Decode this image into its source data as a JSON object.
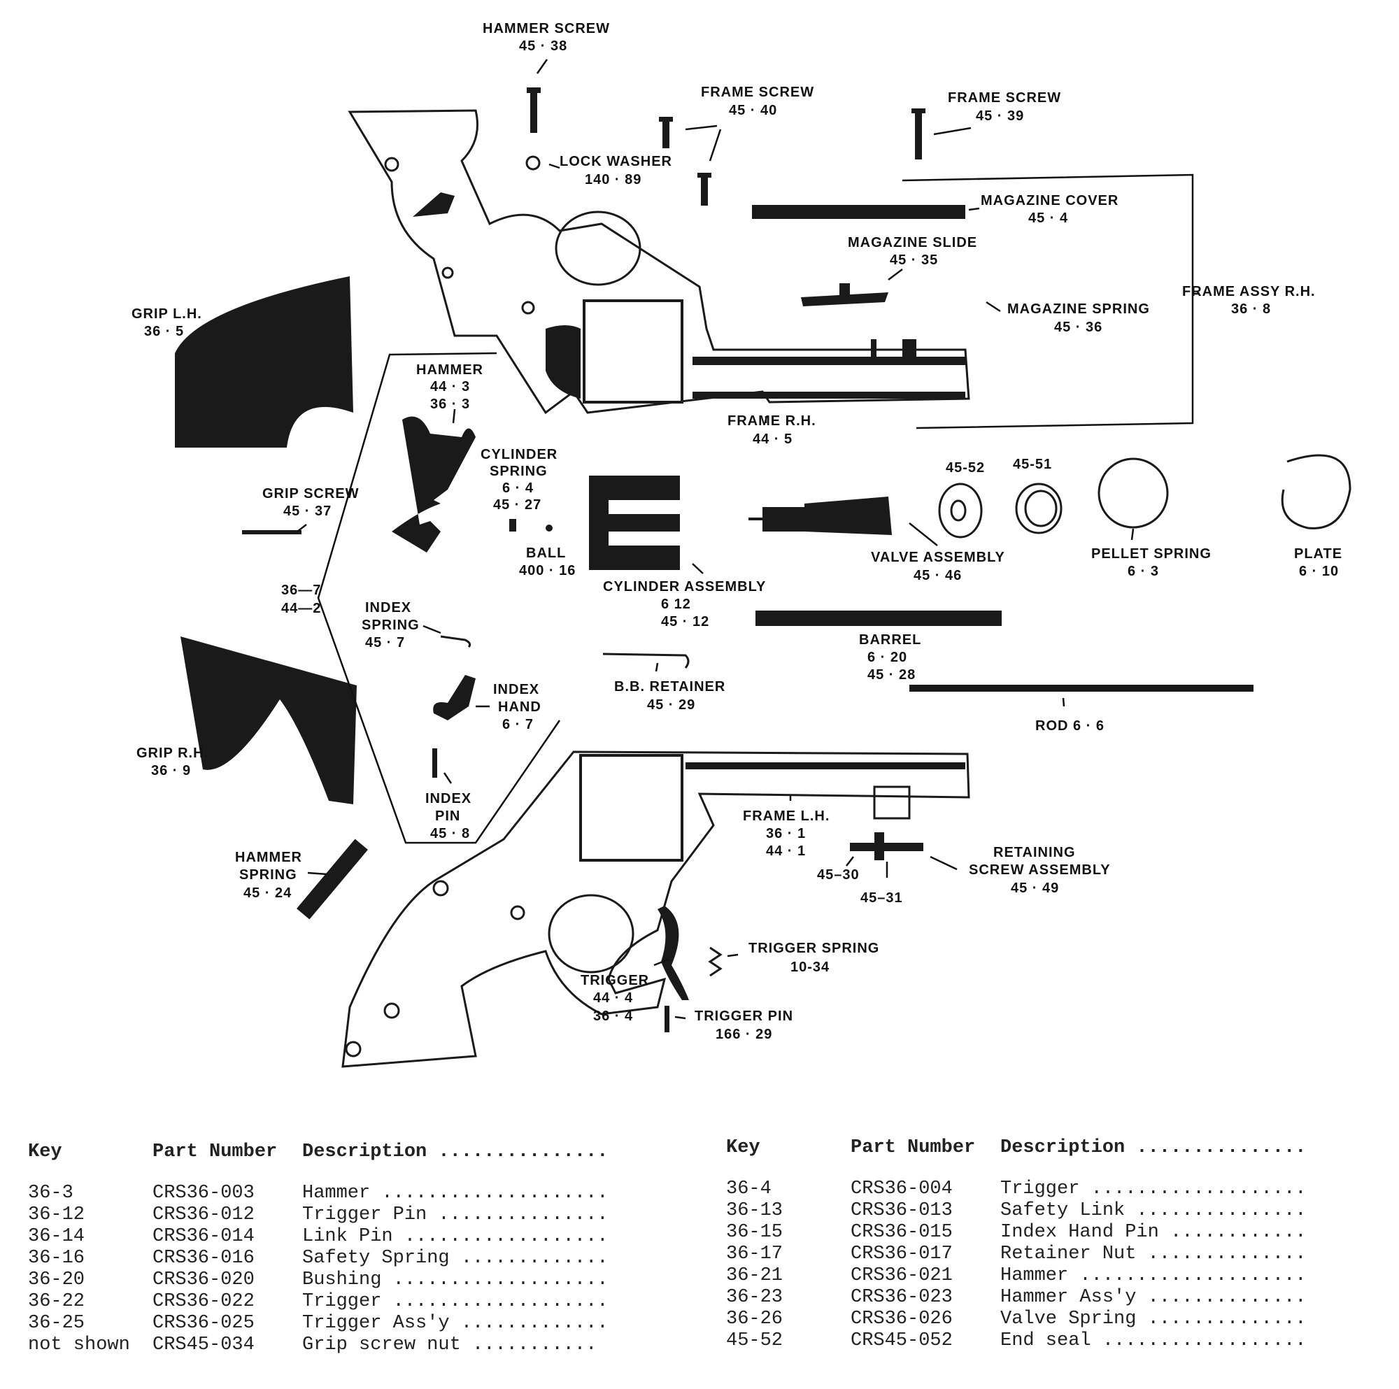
{
  "callouts": {
    "hammer_screw": {
      "name": "HAMMER SCREW",
      "num": "45 · 38"
    },
    "lock_washer": {
      "name": "LOCK WASHER",
      "num": "140 · 89"
    },
    "frame_screw_40": {
      "name": "FRAME SCREW",
      "num": "45 · 40"
    },
    "frame_screw_39": {
      "name": "FRAME SCREW",
      "num": "45 · 39"
    },
    "magazine_cover": {
      "name": "MAGAZINE COVER",
      "num": "45 · 4"
    },
    "magazine_slide": {
      "name": "MAGAZINE SLIDE",
      "num": "45 · 35"
    },
    "frame_assy_rh": {
      "name": "FRAME ASSY R.H.",
      "num": "36 · 8"
    },
    "magazine_spring": {
      "name": "MAGAZINE SPRING",
      "num": "45 · 36"
    },
    "grip_lh": {
      "name": "GRIP L.H.",
      "num": "36 · 5"
    },
    "hammer": {
      "name": "HAMMER",
      "num1": "44 · 3",
      "num2": "36 · 3"
    },
    "frame_rh": {
      "name": "FRAME R.H.",
      "num": "44 · 5"
    },
    "cylinder_spring": {
      "name1": "CYLINDER",
      "name2": "SPRING",
      "num1": "6 · 4",
      "num2": "45 · 27"
    },
    "ball": {
      "name": "BALL",
      "num": "400 · 16"
    },
    "grip_screw": {
      "name": "GRIP SCREW",
      "num": "45 · 37"
    },
    "seal_52": {
      "num": "45-52"
    },
    "seal_51": {
      "num": "45-51"
    },
    "valve_assembly": {
      "name": "VALVE ASSEMBLY",
      "num": "45 · 46"
    },
    "pellet_spring": {
      "name": "PELLET SPRING",
      "num": "6 · 3"
    },
    "plate": {
      "name": "PLATE",
      "num": "6 · 10"
    },
    "cylinder_assembly": {
      "name": "CYLINDER ASSEMBLY",
      "num1": "6    12",
      "num2": "45 · 12"
    },
    "group_key": {
      "num1": "36—7",
      "num2": "44—2"
    },
    "index_spring": {
      "name1": "INDEX",
      "name2": "SPRING",
      "num": "45 · 7"
    },
    "barrel": {
      "name": "BARREL",
      "num1": "6 · 20",
      "num2": "45 · 28"
    },
    "bb_retainer": {
      "name": "B.B. RETAINER",
      "num": "45 · 29"
    },
    "index_hand": {
      "name1": "INDEX",
      "name2": "HAND",
      "num": "6 · 7"
    },
    "rod": {
      "name": "ROD  6 · 6"
    },
    "grip_rh": {
      "name": "GRIP R.H.",
      "num": "36 · 9"
    },
    "index_pin": {
      "name1": "INDEX",
      "name2": "PIN",
      "num": "45 · 8"
    },
    "frame_lh": {
      "name": "FRAME L.H.",
      "num1": "36 · 1",
      "num2": "44 · 1"
    },
    "retaining_screw": {
      "name1": "RETAINING",
      "name2": "SCREW ASSEMBLY",
      "num": "45 · 49"
    },
    "hammer_spring": {
      "name1": "HAMMER",
      "name2": "SPRING",
      "num": "45 · 24"
    },
    "part_45_30": {
      "num": "45–30"
    },
    "part_45_31": {
      "num": "45–31"
    },
    "trigger_spring": {
      "name": "TRIGGER SPRING",
      "num": "10-34"
    },
    "trigger": {
      "name": "TRIGGER",
      "num1": "44 · 4",
      "num2": "36 · 4"
    },
    "trigger_pin": {
      "name": "TRIGGER PIN",
      "num": "166 · 29"
    }
  },
  "parts_table": {
    "headers": {
      "key": "Key",
      "part_number": "Part Number",
      "description": "Description ..............."
    },
    "left": [
      {
        "key": "36-3",
        "part": "CRS36-003",
        "desc": "Hammer ....................."
      },
      {
        "key": "36-12",
        "part": "CRS36-012",
        "desc": "Trigger Pin ..............."
      },
      {
        "key": "36-14",
        "part": "CRS36-014",
        "desc": "Link Pin .................."
      },
      {
        "key": "36-16",
        "part": "CRS36-016",
        "desc": "Safety Spring ............."
      },
      {
        "key": "36-20",
        "part": "CRS36-020",
        "desc": "Bushing ..................."
      },
      {
        "key": "36-22",
        "part": "CRS36-022",
        "desc": "Trigger ..................."
      },
      {
        "key": "36-25",
        "part": "CRS36-025",
        "desc": "Trigger Ass'y ............."
      },
      {
        "key": "not shown",
        "part": "CRS45-034",
        "desc": "Grip screw nut ..........."
      }
    ],
    "right": [
      {
        "key": "36-4",
        "part": "CRS36-004",
        "desc": "Trigger ..................."
      },
      {
        "key": "36-13",
        "part": "CRS36-013",
        "desc": "Safety Link ..............."
      },
      {
        "key": "36-15",
        "part": "CRS36-015",
        "desc": "Index Hand Pin ............"
      },
      {
        "key": "36-17",
        "part": "CRS36-017",
        "desc": "Retainer Nut .............."
      },
      {
        "key": "36-21",
        "part": "CRS36-021",
        "desc": "Hammer ...................."
      },
      {
        "key": "36-23",
        "part": "CRS36-023",
        "desc": "Hammer Ass'y .............."
      },
      {
        "key": "36-26",
        "part": "CRS36-026",
        "desc": "Valve Spring .............."
      },
      {
        "key": "45-52",
        "part": "CRS45-052",
        "desc": "End seal .................."
      }
    ]
  }
}
